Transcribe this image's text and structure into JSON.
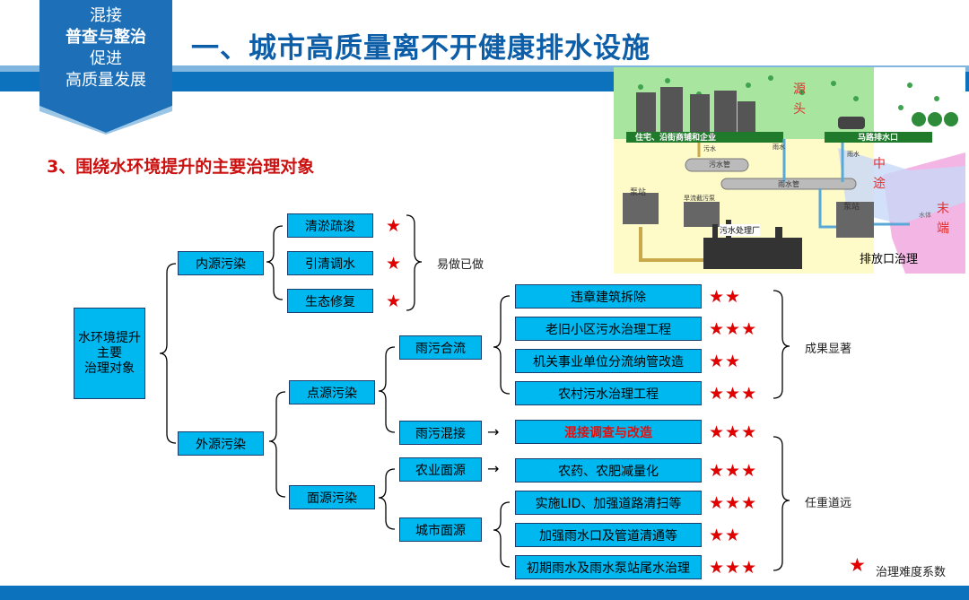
{
  "colors": {
    "header_band": "#0d72bd",
    "header_underline": "#0f5fa8",
    "badge_bg": "#1d6fb8",
    "title": "#0d5ea8",
    "subtitle": "#cc1111",
    "node_fill": "#00b8f0",
    "node_border": "#1b3d6e",
    "highlight_text": "#e01010",
    "star": "#e00000",
    "bottom_bar": "#0d72bd"
  },
  "badge": {
    "line1": "混接",
    "line2": "普查与整治",
    "line3": "促进",
    "line4": "高质量发展"
  },
  "header": {
    "title": "一、城市高质量离不开健康排水设施"
  },
  "section": {
    "subtitle": "3、围绕水环境提升的主要治理对象"
  },
  "illustration": {
    "label_source": "源头",
    "label_middle": "中途",
    "label_end": "末端",
    "label_residential": "住宅、沿街商铺和企业",
    "label_road": "马路排水口",
    "label_sewage_pipe": "污水管",
    "label_storm_pipe": "雨水管",
    "label_pump1": "泵站",
    "label_pump2": "泵站",
    "label_plant": "污水处理厂",
    "label_outfall_governance": "排放口治理",
    "label_rain": "雨水",
    "label_sewage": "污水",
    "label_rain2": "雨水",
    "label_overflow": "旱流截污泵",
    "label_water": "水体"
  },
  "tree": {
    "root": {
      "line1": "水环境提升",
      "line2": "主要",
      "line3": "治理对象"
    },
    "internal": {
      "label": "内源污染",
      "items": [
        {
          "label": "清淤疏浚",
          "stars": "★"
        },
        {
          "label": "引清调水",
          "stars": "★"
        },
        {
          "label": "生态修复",
          "stars": "★"
        }
      ],
      "note": "易做已做"
    },
    "external": {
      "label": "外源污染",
      "point": {
        "label": "点源污染",
        "combined": {
          "label": "雨污合流",
          "items": [
            {
              "label": "违章建筑拆除",
              "stars": "★★"
            },
            {
              "label": "老旧小区污水治理工程",
              "stars": "★★★"
            },
            {
              "label": "机关事业单位分流纳管改造",
              "stars": "★★"
            },
            {
              "label": "农村污水治理工程",
              "stars": "★★★"
            }
          ],
          "note": "成果显著"
        },
        "mixed": {
          "label": "雨污混接",
          "item": {
            "label": "混接调查与改造",
            "stars": "★★★"
          }
        }
      },
      "nonpoint": {
        "label": "面源污染",
        "agri": {
          "label": "农业面源",
          "item": {
            "label": "农药、农肥减量化",
            "stars": "★★★"
          }
        },
        "urban": {
          "label": "城市面源",
          "items": [
            {
              "label": "实施LID、加强道路清扫等",
              "stars": "★★★"
            },
            {
              "label": "加强雨水口及管道清通等",
              "stars": "★★"
            },
            {
              "label": "初期雨水及雨水泵站尾水治理",
              "stars": "★★★"
            }
          ]
        }
      },
      "note": "任重道远"
    }
  },
  "legend": {
    "star": "★",
    "label": "治理难度系数"
  }
}
